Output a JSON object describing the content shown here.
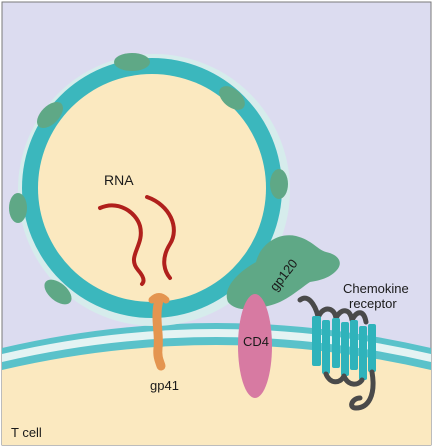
{
  "labels": {
    "rna": "RNA",
    "gp41": "gp41",
    "gp120": "gp120",
    "cd4": "CD4",
    "chemokine_line1": "Chemokine",
    "chemokine_line2": "receptor",
    "t_cell": "T cell"
  },
  "colors": {
    "background": "#dcdcf0",
    "virus_core": "#fbe9c0",
    "virus_envelope": "#3bb7bd",
    "envelope_outer_layer": "#d6ecec",
    "knob": "#5fa886",
    "rna_strand": "#b0201c",
    "gp41_stalk": "#e49550",
    "cd4": "#d77aa2",
    "membrane_blue": "#5ac2ca",
    "membrane_pale": "#e4f3f3",
    "cytoplasm": "#fbe9c0",
    "receptor_helix": "#2fb3bb",
    "receptor_loop": "#4a4a4a"
  }
}
